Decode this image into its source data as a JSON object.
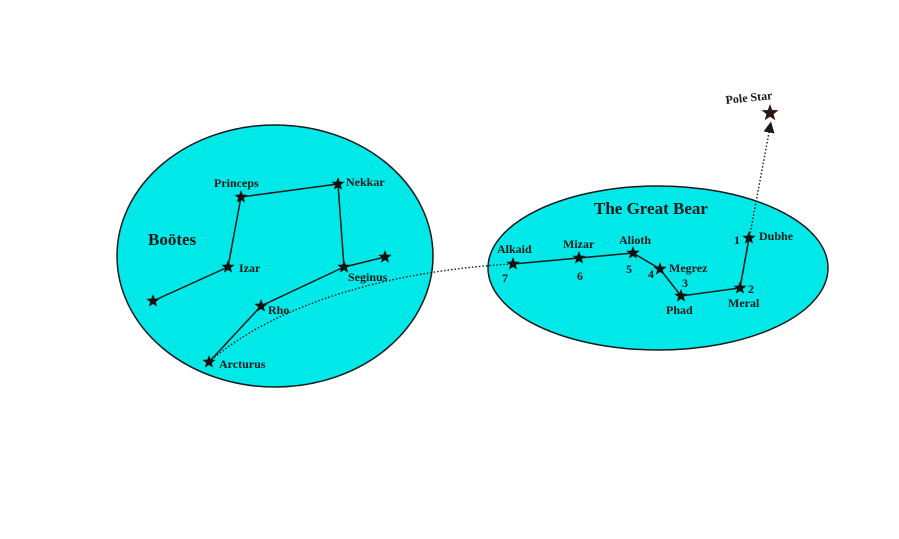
{
  "colors": {
    "region_fill": "#00e8e8",
    "outline": "#1a1a1a",
    "star": "#111111",
    "pole_star": "#2a1a10"
  },
  "constellations": [
    {
      "id": "bootes",
      "title": "Boötes",
      "stars": [
        {
          "id": "princeps",
          "label": "Princeps"
        },
        {
          "id": "nekkar",
          "label": "Nekkar"
        },
        {
          "id": "izar",
          "label": "Izar"
        },
        {
          "id": "seginus",
          "label": "Seginus"
        },
        {
          "id": "rho",
          "label": "Rho"
        },
        {
          "id": "arcturus",
          "label": "Arcturus"
        },
        {
          "id": "unnamed-left",
          "label": ""
        },
        {
          "id": "unnamed-right",
          "label": ""
        }
      ]
    },
    {
      "id": "great-bear",
      "title": "The Great Bear",
      "stars": [
        {
          "id": "dubhe",
          "label": "Dubhe",
          "number": "1"
        },
        {
          "id": "meral",
          "label": "Meral",
          "number": "2"
        },
        {
          "id": "phad",
          "label": "Phad",
          "number": "3"
        },
        {
          "id": "megrez",
          "label": "Megrez",
          "number": "4"
        },
        {
          "id": "alioth",
          "label": "Alioth",
          "number": "5"
        },
        {
          "id": "mizar",
          "label": "Mizar",
          "number": "6"
        },
        {
          "id": "alkaid",
          "label": "Alkaid",
          "number": "7"
        }
      ]
    }
  ],
  "pole_star": {
    "label": "Pole Star"
  }
}
